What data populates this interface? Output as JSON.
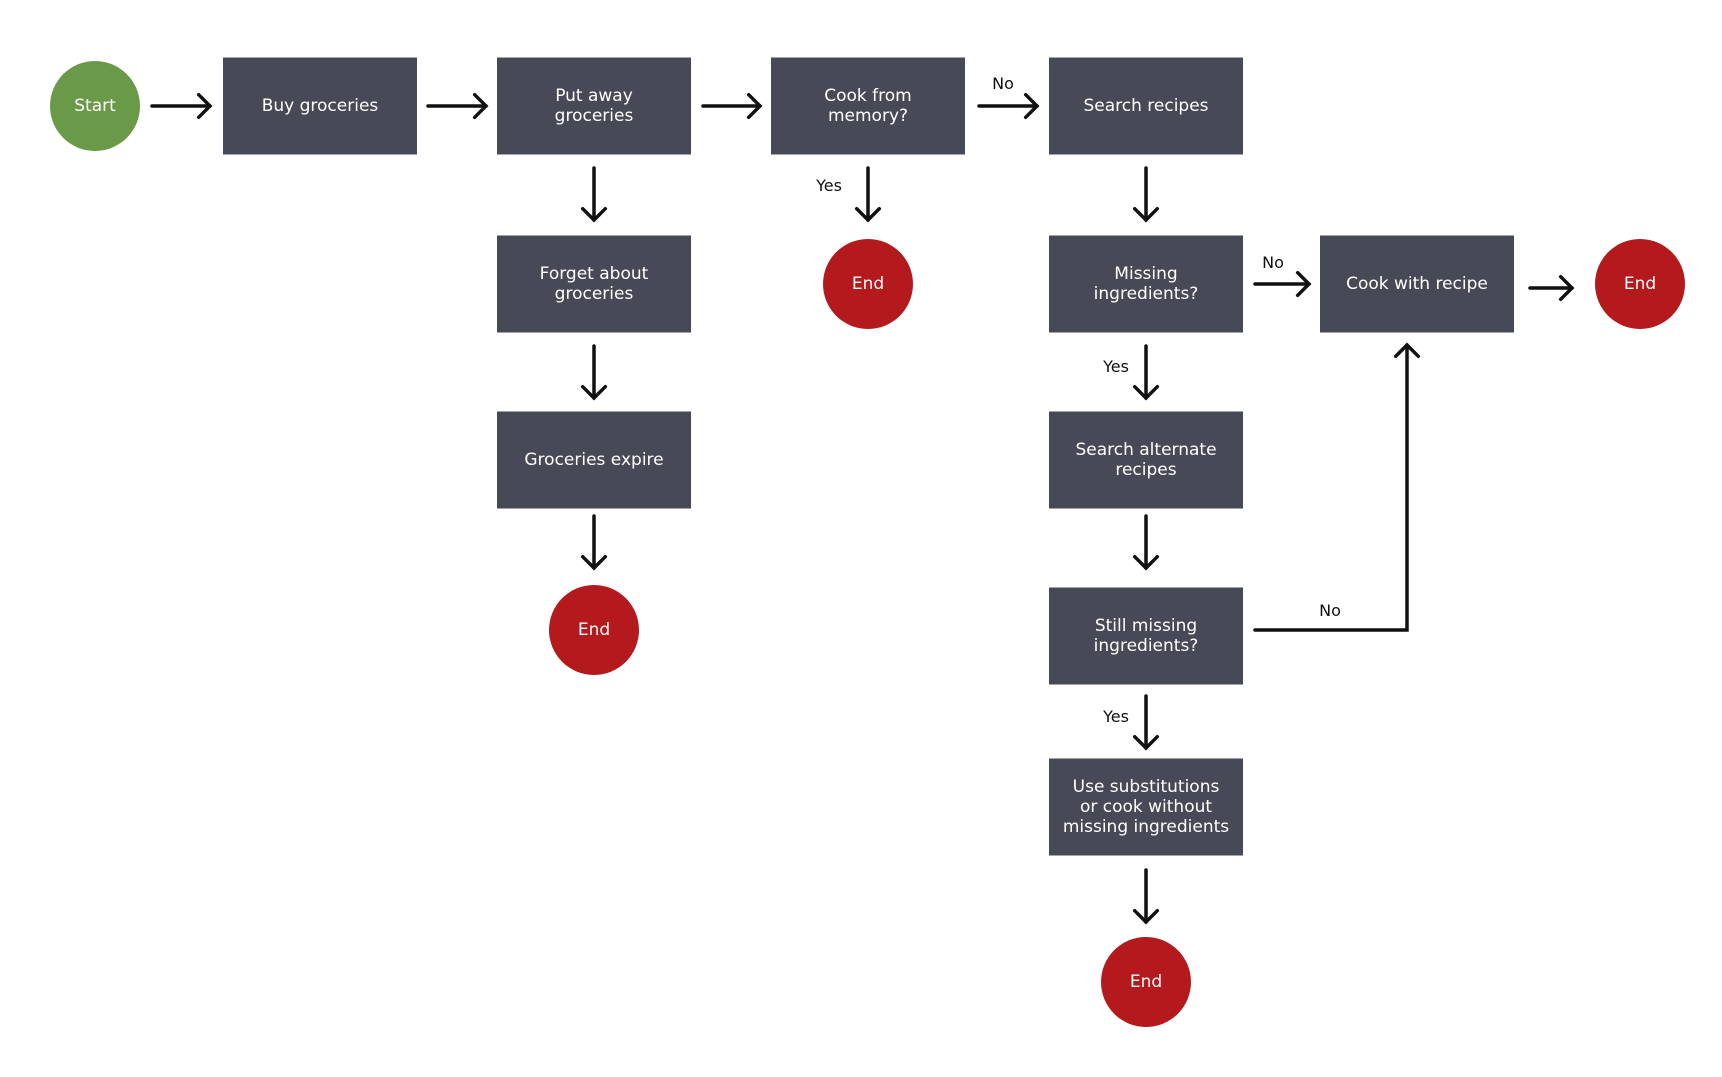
{
  "nodes": [
    {
      "id": "start",
      "shape": "circle",
      "kind": "start",
      "lines": [
        "Start"
      ]
    },
    {
      "id": "buy",
      "shape": "rect",
      "kind": "process",
      "lines": [
        "Buy groceries"
      ]
    },
    {
      "id": "putaway",
      "shape": "rect",
      "kind": "process",
      "lines": [
        "Put away",
        "groceries"
      ]
    },
    {
      "id": "cookmem",
      "shape": "rect",
      "kind": "decision",
      "lines": [
        "Cook from",
        "memory?"
      ]
    },
    {
      "id": "search",
      "shape": "rect",
      "kind": "process",
      "lines": [
        "Search recipes"
      ]
    },
    {
      "id": "forget",
      "shape": "rect",
      "kind": "process",
      "lines": [
        "Forget about",
        "groceries"
      ]
    },
    {
      "id": "end1",
      "shape": "circle",
      "kind": "end",
      "lines": [
        "End"
      ]
    },
    {
      "id": "missing",
      "shape": "rect",
      "kind": "decision",
      "lines": [
        "Missing",
        "ingredients?"
      ]
    },
    {
      "id": "cookrecipe",
      "shape": "rect",
      "kind": "process",
      "lines": [
        "Cook with recipe"
      ]
    },
    {
      "id": "end2",
      "shape": "circle",
      "kind": "end",
      "lines": [
        "End"
      ]
    },
    {
      "id": "expire",
      "shape": "rect",
      "kind": "process",
      "lines": [
        "Groceries expire"
      ]
    },
    {
      "id": "searchalt",
      "shape": "rect",
      "kind": "process",
      "lines": [
        "Search alternate",
        "recipes"
      ]
    },
    {
      "id": "end3",
      "shape": "circle",
      "kind": "end",
      "lines": [
        "End"
      ]
    },
    {
      "id": "stillmissing",
      "shape": "rect",
      "kind": "decision",
      "lines": [
        "Still missing",
        "ingredients?"
      ]
    },
    {
      "id": "subs",
      "shape": "rect",
      "kind": "process",
      "lines": [
        "Use substitutions",
        "or cook without",
        "missing ingredients"
      ]
    },
    {
      "id": "end4",
      "shape": "circle",
      "kind": "end",
      "lines": [
        "End"
      ]
    }
  ],
  "edges": [
    {
      "from": "start",
      "to": "buy",
      "label": ""
    },
    {
      "from": "buy",
      "to": "putaway",
      "label": ""
    },
    {
      "from": "putaway",
      "to": "cookmem",
      "label": ""
    },
    {
      "from": "cookmem",
      "to": "search",
      "label": "No"
    },
    {
      "from": "putaway",
      "to": "forget",
      "label": ""
    },
    {
      "from": "cookmem",
      "to": "end1",
      "label": "Yes"
    },
    {
      "from": "search",
      "to": "missing",
      "label": ""
    },
    {
      "from": "missing",
      "to": "cookrecipe",
      "label": "No"
    },
    {
      "from": "cookrecipe",
      "to": "end2",
      "label": ""
    },
    {
      "from": "forget",
      "to": "expire",
      "label": ""
    },
    {
      "from": "missing",
      "to": "searchalt",
      "label": "Yes"
    },
    {
      "from": "expire",
      "to": "end3",
      "label": ""
    },
    {
      "from": "searchalt",
      "to": "stillmissing",
      "label": ""
    },
    {
      "from": "stillmissing",
      "to": "cookrecipe",
      "label": "No"
    },
    {
      "from": "stillmissing",
      "to": "subs",
      "label": "Yes"
    },
    {
      "from": "subs",
      "to": "end4",
      "label": ""
    }
  ]
}
